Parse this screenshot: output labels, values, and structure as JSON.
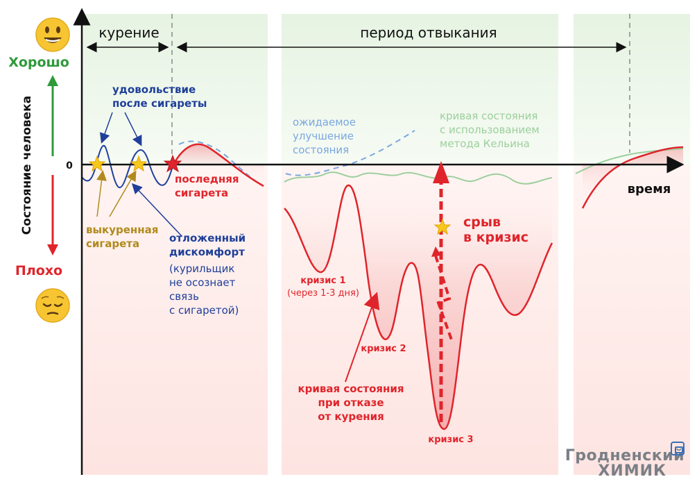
{
  "labels": {
    "smoking": "курение",
    "withdrawal": "период отвыкания",
    "good": "Хорошо",
    "bad": "Плохо",
    "state_axis": "Состояние человека",
    "zero": "0",
    "time": "время",
    "satisfaction_1": "удовольствие",
    "satisfaction_2": "после сигареты",
    "smoked_1": "выкуренная",
    "smoked_2": "сигарета",
    "delayed_1": "отложенный",
    "delayed_2": "дискомфорт",
    "delayed_3": "(курильщик",
    "delayed_4": "не осознает",
    "delayed_5": "связь",
    "delayed_6": "с сигаретой)",
    "last_1": "последняя",
    "last_2": "сигарета",
    "expected_1": "ожидаемое",
    "expected_2": "улучшение",
    "expected_3": "состояния",
    "kelvin_1": "кривая состояния",
    "kelvin_2": "с использованием",
    "kelvin_3": "метода Кельина",
    "relapse_1": "срыв",
    "relapse_2": "в кризис",
    "crisis1_1": "кризис 1",
    "crisis1_2": "(через 1-3 дня)",
    "crisis2": "кризис 2",
    "crisis3": "кризис 3",
    "quit_1": "кривая состояния",
    "quit_2": "при отказе",
    "quit_3": "от курения"
  },
  "watermark": {
    "line1": "Гродненский",
    "line2": "ХИМИК"
  },
  "emoji": {
    "happy": "happy-face-icon",
    "sad": "sad-face-icon"
  },
  "colors": {
    "red": "#e0242b",
    "blue": "#1f3f9a",
    "gold": "#b08a1c",
    "green": "#2e9a3a",
    "light_blue": "#7aa7e0",
    "light_green": "#9ccf9c",
    "axis": "#111111"
  }
}
